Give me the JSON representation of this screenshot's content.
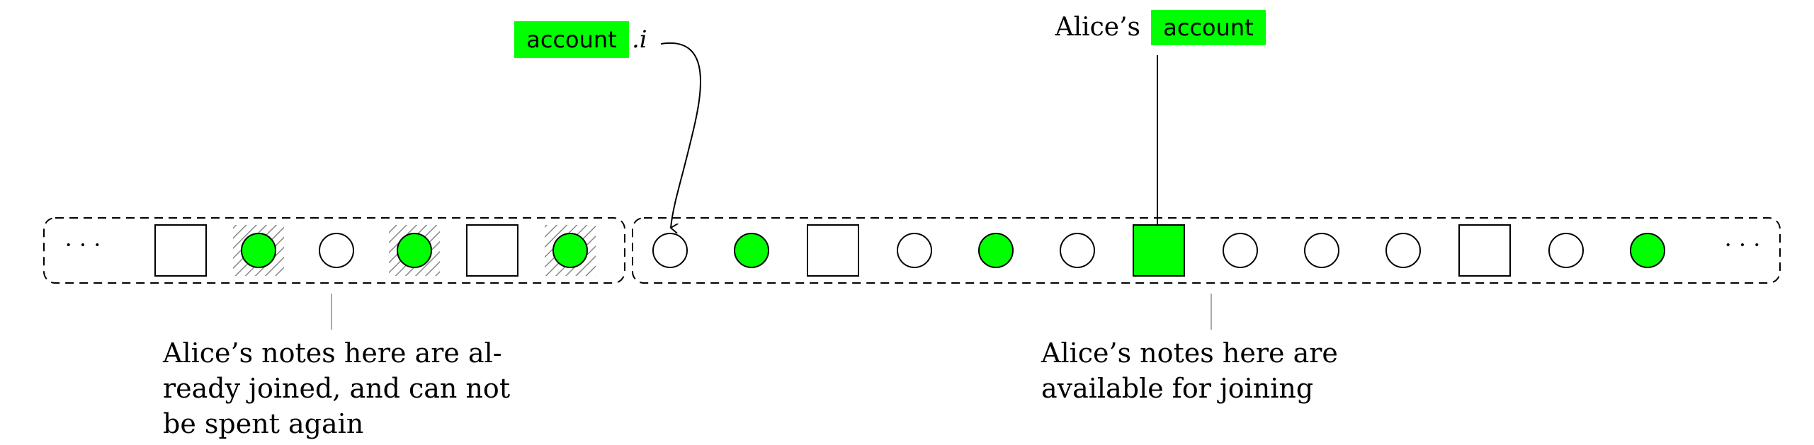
{
  "labels": {
    "account_ref_label": "account",
    "account_ref_suffix": ".i",
    "alice_account_prefix": "Alice’s",
    "alice_account_label": "account",
    "ellipsis": "· · ·",
    "joined_caption": [
      "Alice’s notes here are al-",
      "ready joined, and can not",
      "be spent again"
    ],
    "available_caption": [
      "Alice’s notes here are",
      "available for joining"
    ]
  },
  "colors": {
    "highlight": "#00ff00",
    "outline": "#000000",
    "hatch": "#888888",
    "leader": "#aaaaaa"
  },
  "sequence": {
    "joined": [
      {
        "kind": "account-box"
      },
      {
        "kind": "note",
        "alice": true,
        "spent": true
      },
      {
        "kind": "note",
        "alice": false
      },
      {
        "kind": "note",
        "alice": true,
        "spent": true
      },
      {
        "kind": "account-box"
      },
      {
        "kind": "note",
        "alice": true,
        "spent": true
      }
    ],
    "available": [
      {
        "kind": "note",
        "alice": false
      },
      {
        "kind": "note",
        "alice": true
      },
      {
        "kind": "account-box"
      },
      {
        "kind": "note",
        "alice": false
      },
      {
        "kind": "note",
        "alice": true
      },
      {
        "kind": "note",
        "alice": false
      },
      {
        "kind": "account-box",
        "alice": true
      },
      {
        "kind": "note",
        "alice": false
      },
      {
        "kind": "note",
        "alice": false
      },
      {
        "kind": "note",
        "alice": false
      },
      {
        "kind": "account-box"
      },
      {
        "kind": "note",
        "alice": false
      },
      {
        "kind": "note",
        "alice": true
      }
    ]
  }
}
